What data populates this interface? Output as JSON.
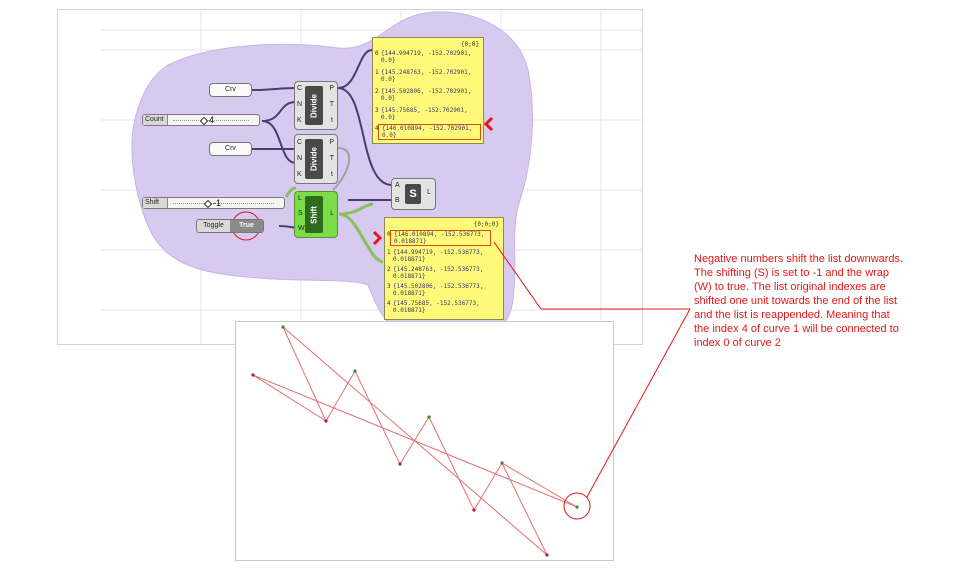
{
  "colors": {
    "accent": "#e01818",
    "blob": "#d8c9f0",
    "panel": "#fff97a",
    "shift_component": "#7ddc4a",
    "wire": "#4a3d6e"
  },
  "canvas": {
    "crv_param_1": "Crv",
    "crv_param_2": "Crv",
    "count_slider": {
      "label": "Count",
      "value": "4"
    },
    "shift_slider": {
      "label": "Shift",
      "value": "-1"
    },
    "toggle": {
      "label": "Toggle",
      "value": "True"
    },
    "divide_1": {
      "name": "Divide",
      "inputs": [
        "C",
        "N",
        "K"
      ],
      "outputs": [
        "P",
        "T",
        "t"
      ]
    },
    "divide_2": {
      "name": "Divide",
      "inputs": [
        "C",
        "N",
        "K"
      ],
      "outputs": [
        "P",
        "T",
        "t"
      ]
    },
    "shift": {
      "name": "Shift",
      "inputs": [
        "L",
        "S",
        "W"
      ],
      "outputs": [
        "L"
      ]
    },
    "line": {
      "name": "S",
      "inputs": [
        "A",
        "B"
      ],
      "outputs": [
        "L"
      ]
    },
    "panel_1": {
      "path": "{0;0}",
      "rows": [
        {
          "index": "0",
          "text": "{144.994719, -152.702901, 0.0}"
        },
        {
          "index": "1",
          "text": "{145.248763, -152.702901, 0.0}"
        },
        {
          "index": "2",
          "text": "{145.502806, -152.702901, 0.0}"
        },
        {
          "index": "3",
          "text": "{145.75685, -152.702901, 0.0}"
        },
        {
          "index": "4",
          "text": "{146.010894, -152.702901, 0.0}"
        }
      ]
    },
    "panel_2": {
      "path": "{0;0;0}",
      "rows": [
        {
          "index": "0",
          "text": "{146.010894, -152.536773, 0.018871}"
        },
        {
          "index": "1",
          "text": "{144.994719, -152.536773, 0.018871}"
        },
        {
          "index": "2",
          "text": "{145.248763, -152.536773, 0.018871}"
        },
        {
          "index": "3",
          "text": "{145.502806, -152.536773, 0.018871}"
        },
        {
          "index": "4",
          "text": "{145.75685, -152.536773, 0.018871}"
        }
      ]
    }
  },
  "annotation": "Negative numbers shift the list downwards. The shifting (S) is set to -1 and the wrap (W) to true. The list original indexes are shifted one unit towards the end of the list and the list is reappended. Meaning that the index 4 of curve 1  will be connected to index 0 of curve 2"
}
